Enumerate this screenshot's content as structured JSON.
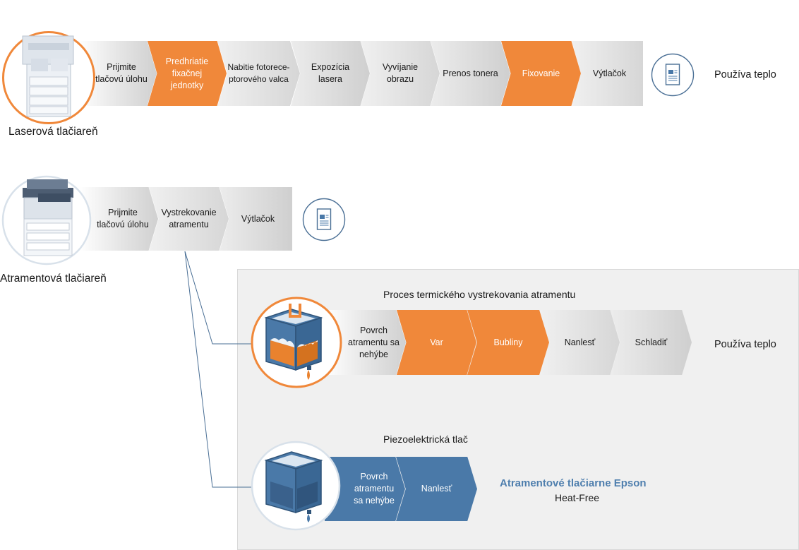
{
  "laser": {
    "label": "Laserová tlačiareň",
    "steps": [
      "Prijmite tlačovú úlohu",
      "Predhriatie fixačnej jednotky",
      "Nabitie fotorece-ptorového valca",
      "Expozícia lasera",
      "Vyvíjanie obrazu",
      "Prenos tonera",
      "Fixovanie",
      "Výtlačok"
    ],
    "note": "Používa teplo"
  },
  "inkjet": {
    "label": "Atramentová tlačiareň",
    "steps": [
      "Prijmite tlačovú úlohu",
      "Vystrekovanie atramentu",
      "Výtlačok"
    ]
  },
  "thermal": {
    "title": "Proces termického vystrekovania atramentu",
    "steps": [
      "Povrch atramentu sa nehýbe",
      "Var",
      "Bubliny",
      "Nanlesť",
      "Schladiť"
    ],
    "note": "Používa teplo"
  },
  "piezo": {
    "title": "Piezoelektrická tlač",
    "steps": [
      "Povrch atramentu sa nehýbe",
      "Nanlesť"
    ],
    "brand": "Atramentové tlačiarne Epson",
    "brand_sub": "Heat-Free"
  },
  "colors": {
    "orange": "#f0883a",
    "blue": "#4a79a8",
    "gray": "#d4d4d4"
  },
  "icons": [
    "printer-icon",
    "document-icon",
    "thermal-printhead-icon",
    "piezo-printhead-icon"
  ]
}
